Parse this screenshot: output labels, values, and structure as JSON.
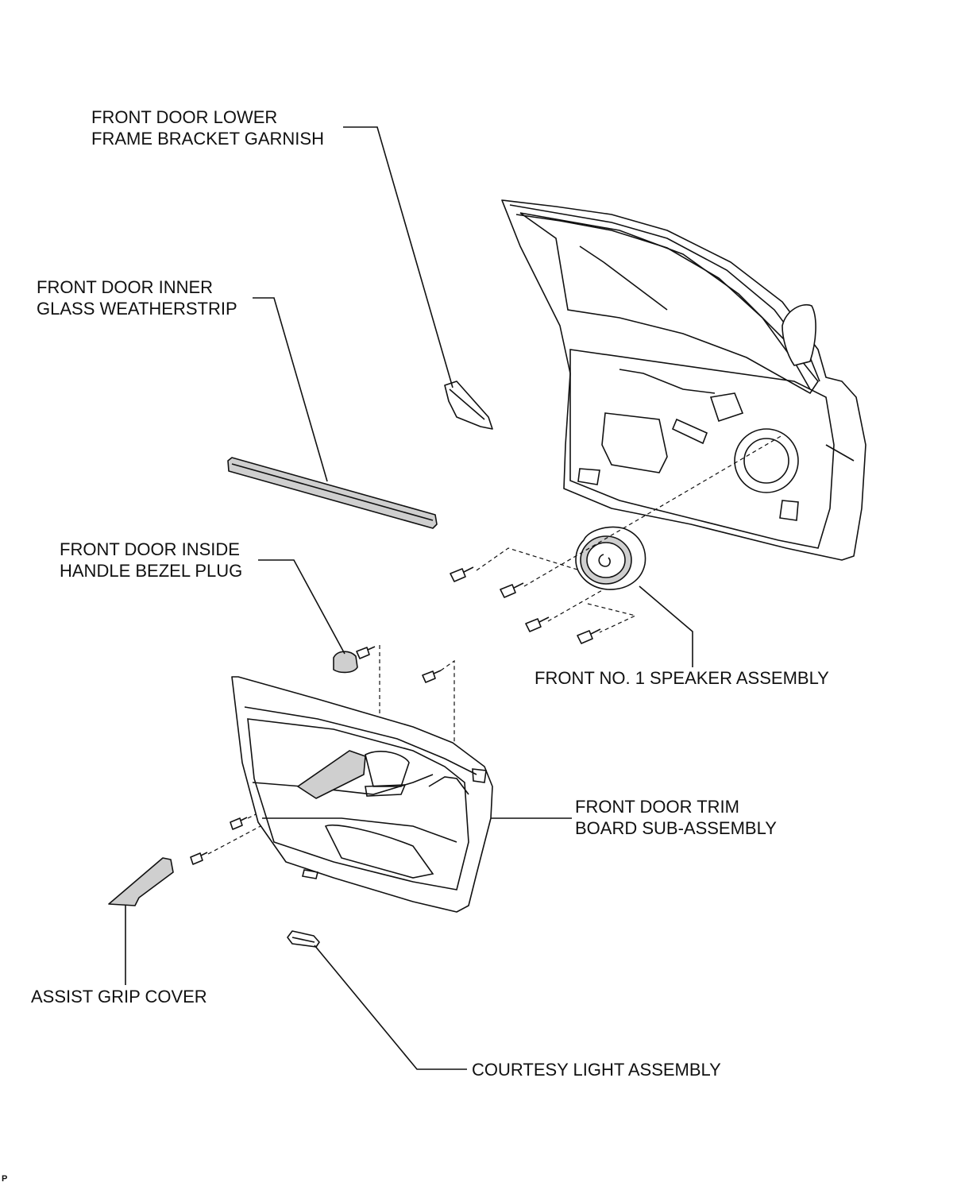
{
  "labels": {
    "lower_frame_garnish": [
      "FRONT DOOR LOWER",
      "FRAME BRACKET GARNISH"
    ],
    "inner_weatherstrip": [
      "FRONT DOOR INNER",
      "GLASS WEATHERSTRIP"
    ],
    "bezel_plug": [
      "FRONT DOOR INSIDE",
      "HANDLE BEZEL PLUG"
    ],
    "speaker": [
      "FRONT NO. 1 SPEAKER ASSEMBLY"
    ],
    "trim_board": [
      "FRONT DOOR TRIM",
      "BOARD SUB-ASSEMBLY"
    ],
    "assist_grip_cover": [
      "ASSIST GRIP COVER"
    ],
    "courtesy_light": [
      "COURTESY LIGHT ASSEMBLY"
    ]
  },
  "corner_mark": "P",
  "colors": {
    "line": "#111111",
    "part_fill": "#ffffff",
    "shade": "#cfcfcf"
  }
}
